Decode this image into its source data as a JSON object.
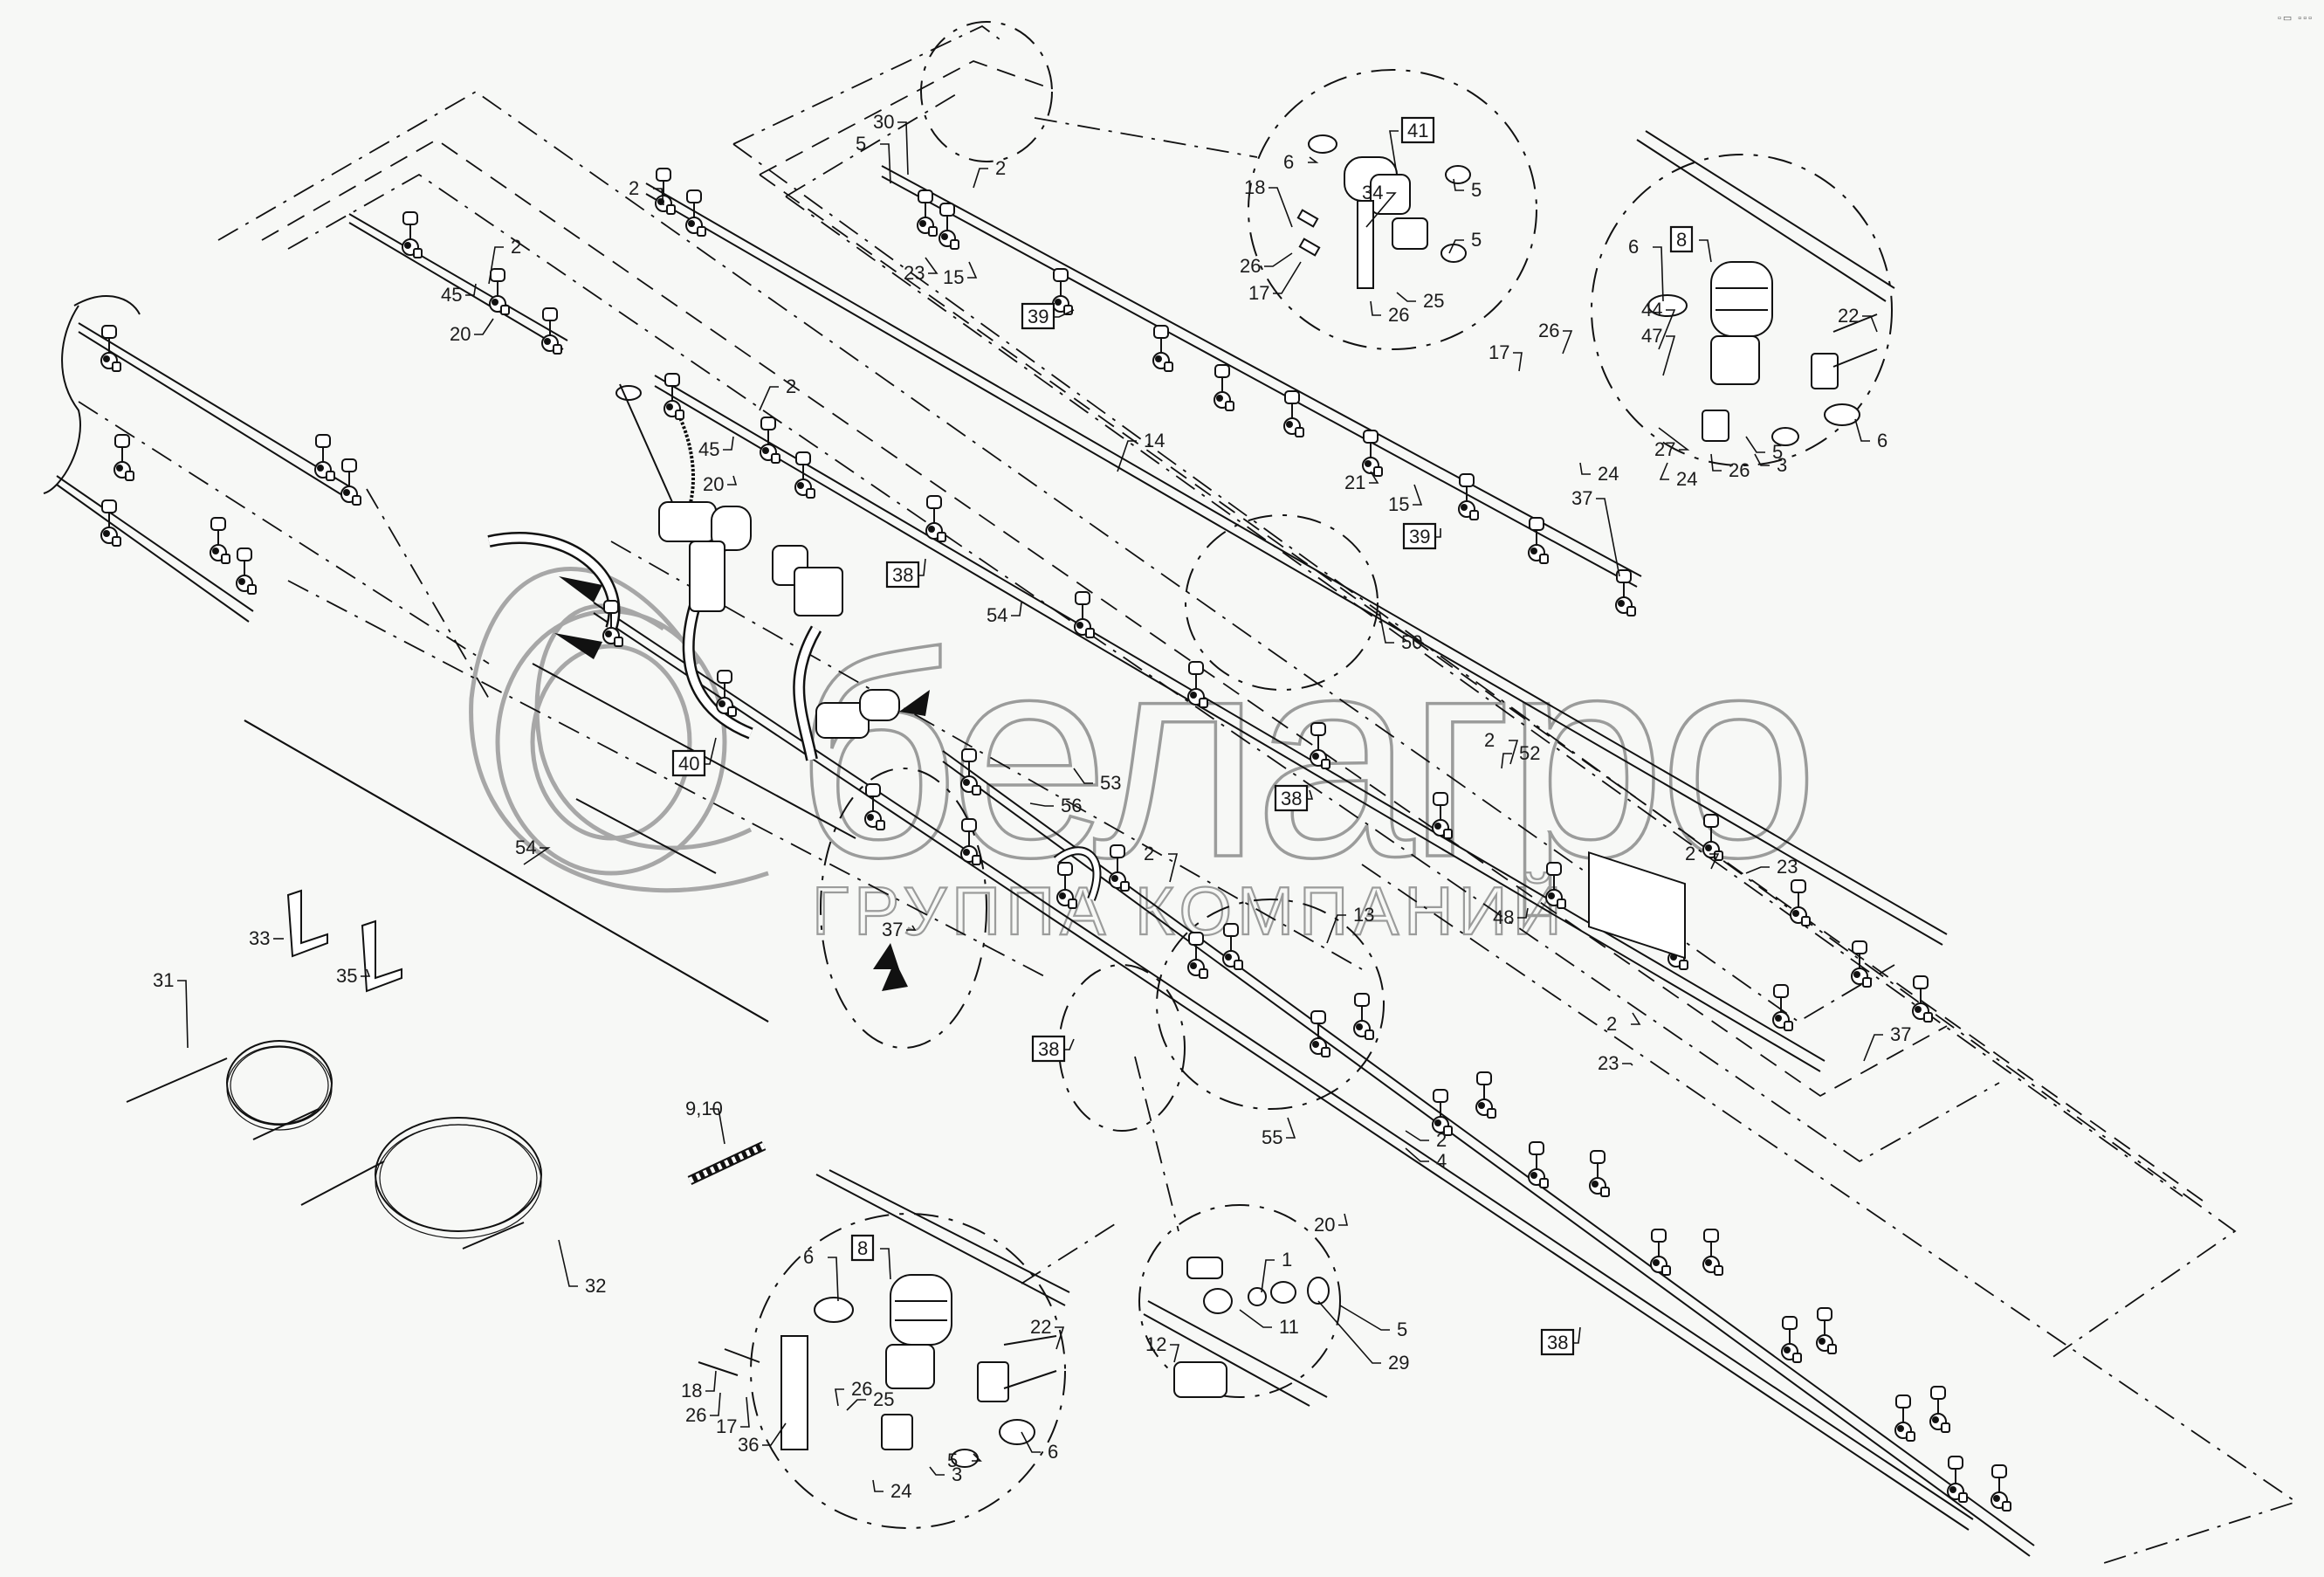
{
  "watermark": {
    "brand": "белагро",
    "tagline": "ГРУППА КОМПАНИЙ"
  },
  "corner_marks": "▫▭ ▫▫▫",
  "callouts": [
    {
      "id": "c-2-a",
      "text": "2"
    },
    {
      "id": "c-45-a",
      "text": "45"
    },
    {
      "id": "c-20-a",
      "text": "20"
    },
    {
      "id": "c-2-b",
      "text": "2"
    },
    {
      "id": "c-30",
      "text": "30"
    },
    {
      "id": "c-5-a",
      "text": "5"
    },
    {
      "id": "c-2-c",
      "text": "2"
    },
    {
      "id": "c-23-a",
      "text": "23"
    },
    {
      "id": "c-15-a",
      "text": "15"
    },
    {
      "id": "c-39-a",
      "text": "39",
      "boxed": true
    },
    {
      "id": "c-6-a",
      "text": "6"
    },
    {
      "id": "c-41",
      "text": "41",
      "boxed": true
    },
    {
      "id": "c-5-b",
      "text": "5"
    },
    {
      "id": "c-18-a",
      "text": "18"
    },
    {
      "id": "c-34",
      "text": "34"
    },
    {
      "id": "c-5-c",
      "text": "5"
    },
    {
      "id": "c-26-a",
      "text": "26"
    },
    {
      "id": "c-17-a",
      "text": "17"
    },
    {
      "id": "c-26-b",
      "text": "26"
    },
    {
      "id": "c-25-a",
      "text": "25"
    },
    {
      "id": "c-8-a",
      "text": "8",
      "boxed": true
    },
    {
      "id": "c-6-b",
      "text": "6"
    },
    {
      "id": "c-22-a",
      "text": "22"
    },
    {
      "id": "c-44",
      "text": "44"
    },
    {
      "id": "c-26-c",
      "text": "26"
    },
    {
      "id": "c-17-b",
      "text": "17"
    },
    {
      "id": "c-47",
      "text": "47"
    },
    {
      "id": "c-27",
      "text": "27"
    },
    {
      "id": "c-24-a",
      "text": "24"
    },
    {
      "id": "c-24-b",
      "text": "24"
    },
    {
      "id": "c-26-d",
      "text": "26"
    },
    {
      "id": "c-3-a",
      "text": "3"
    },
    {
      "id": "c-5-d",
      "text": "5"
    },
    {
      "id": "c-6-c",
      "text": "6"
    },
    {
      "id": "c-2-d",
      "text": "2"
    },
    {
      "id": "c-45-b",
      "text": "45"
    },
    {
      "id": "c-20-b",
      "text": "20"
    },
    {
      "id": "c-14",
      "text": "14"
    },
    {
      "id": "c-21",
      "text": "21"
    },
    {
      "id": "c-15-b",
      "text": "15"
    },
    {
      "id": "c-39-b",
      "text": "39",
      "boxed": true
    },
    {
      "id": "c-37-a",
      "text": "37"
    },
    {
      "id": "c-38-a",
      "text": "38",
      "boxed": true
    },
    {
      "id": "c-54-a",
      "text": "54"
    },
    {
      "id": "c-50",
      "text": "50"
    },
    {
      "id": "c-40",
      "text": "40",
      "boxed": true
    },
    {
      "id": "c-53",
      "text": "53"
    },
    {
      "id": "c-56",
      "text": "56"
    },
    {
      "id": "c-38-b",
      "text": "38",
      "boxed": true
    },
    {
      "id": "c-2-e",
      "text": "2"
    },
    {
      "id": "c-52",
      "text": "52"
    },
    {
      "id": "c-2-f",
      "text": "2"
    },
    {
      "id": "c-23-b",
      "text": "23"
    },
    {
      "id": "c-54-b",
      "text": "54"
    },
    {
      "id": "c-2-g",
      "text": "2"
    },
    {
      "id": "c-13",
      "text": "13"
    },
    {
      "id": "c-48",
      "text": "48"
    },
    {
      "id": "c-37-b",
      "text": "37"
    },
    {
      "id": "c-33",
      "text": "33"
    },
    {
      "id": "c-35",
      "text": "35"
    },
    {
      "id": "c-2-h",
      "text": "2"
    },
    {
      "id": "c-23-c",
      "text": "23"
    },
    {
      "id": "c-37-c",
      "text": "37"
    },
    {
      "id": "c-31",
      "text": "31"
    },
    {
      "id": "c-38-c",
      "text": "38",
      "boxed": true
    },
    {
      "id": "c-9-10",
      "text": "9,10"
    },
    {
      "id": "c-55",
      "text": "55"
    },
    {
      "id": "c-2-i",
      "text": "2"
    },
    {
      "id": "c-4",
      "text": "4"
    },
    {
      "id": "c-20-c",
      "text": "20"
    },
    {
      "id": "c-32",
      "text": "32"
    },
    {
      "id": "c-1",
      "text": "1"
    },
    {
      "id": "c-11",
      "text": "11"
    },
    {
      "id": "c-5-e",
      "text": "5"
    },
    {
      "id": "c-29",
      "text": "29"
    },
    {
      "id": "c-12",
      "text": "12"
    },
    {
      "id": "c-38-d",
      "text": "38",
      "boxed": true
    },
    {
      "id": "c-6-d",
      "text": "6"
    },
    {
      "id": "c-8-b",
      "text": "8",
      "boxed": true
    },
    {
      "id": "c-22-b",
      "text": "22"
    },
    {
      "id": "c-18-b",
      "text": "18"
    },
    {
      "id": "c-26-e",
      "text": "26"
    },
    {
      "id": "c-26-f",
      "text": "26"
    },
    {
      "id": "c-25-b",
      "text": "25"
    },
    {
      "id": "c-17-c",
      "text": "17"
    },
    {
      "id": "c-36",
      "text": "36"
    },
    {
      "id": "c-5-f",
      "text": "5"
    },
    {
      "id": "c-6-e",
      "text": "6"
    },
    {
      "id": "c-3-b",
      "text": "3"
    },
    {
      "id": "c-24-c",
      "text": "24"
    }
  ]
}
